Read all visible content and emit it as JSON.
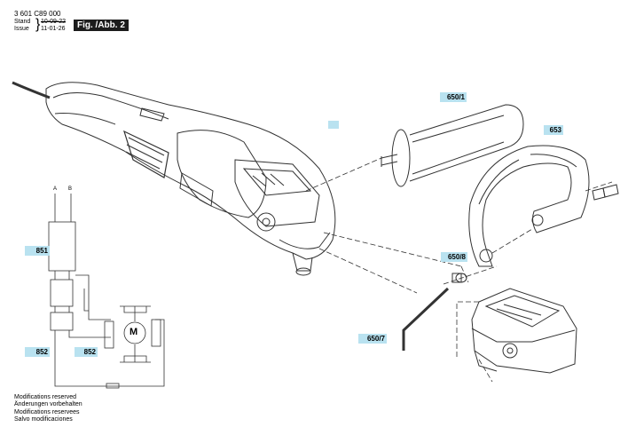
{
  "header": {
    "code": "3 601 C89 000",
    "stand_label": "Stand",
    "issue_label": "Issue",
    "brace": "}",
    "stand_date": "10-09-22",
    "issue_date": "11-01-26",
    "figure": "Fig. /Abb. 2"
  },
  "callouts": {
    "c650_1": "650/1",
    "c653": "653",
    "c650_8": "650/8",
    "c650_7": "650/7",
    "c851": "851",
    "c852_left": "852",
    "c852_right": "852"
  },
  "motor_symbol": "M",
  "wire_labels": {
    "a": "A",
    "b": "B"
  },
  "footer": [
    "Modifications reserved",
    "Änderungen vorbehalten",
    "Modifications reservees",
    "Salvo modificaciones"
  ],
  "colors": {
    "callout_bg": "#b9e2f0",
    "figure_bg": "#1c1c1c",
    "line": "#333333"
  }
}
